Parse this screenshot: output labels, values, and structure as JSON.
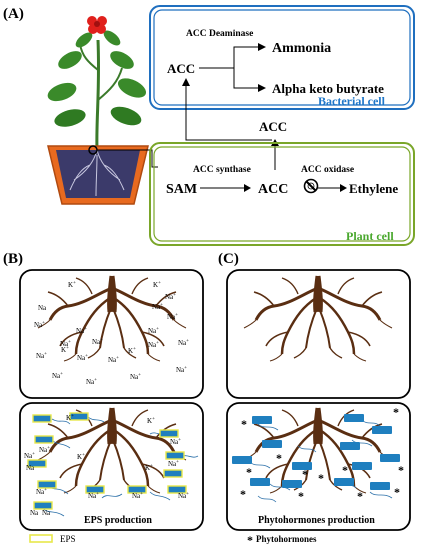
{
  "panels": {
    "a": "(A)",
    "b": "(B)",
    "c": "(C)"
  },
  "bacterial": {
    "deaminase": "ACC Deaminase",
    "acc": "ACC",
    "ammonia": "Ammonia",
    "keto": "Alpha keto butyrate",
    "cell_label": "Bacterial cell"
  },
  "middle_acc": "ACC",
  "plant": {
    "synthase": "ACC synthase",
    "oxidase": "ACC oxidase",
    "sam": "SAM",
    "acc": "ACC",
    "ethylene": "Ethylene",
    "cell_label": "Plant cell"
  },
  "ions": {
    "na": "Na",
    "k": "K",
    "plus": "+"
  },
  "labels": {
    "eps_production": "EPS production",
    "phyto_production": "Phytohormones production"
  },
  "legend": {
    "eps": "EPS",
    "phyto": "Phytohormones"
  },
  "colors": {
    "bacterial_border": "#1f6fbf",
    "plant_border": "#7aa629",
    "bacterial_text": "#1f77c9",
    "plant_text": "#4aa82e",
    "root": "#5a2e12",
    "bacterium_fill": "#1f7fbf",
    "eps_outline": "#e8e84a",
    "pot": "#e86a1f",
    "flower": "#e0201c",
    "leaf": "#3a8a2a"
  }
}
